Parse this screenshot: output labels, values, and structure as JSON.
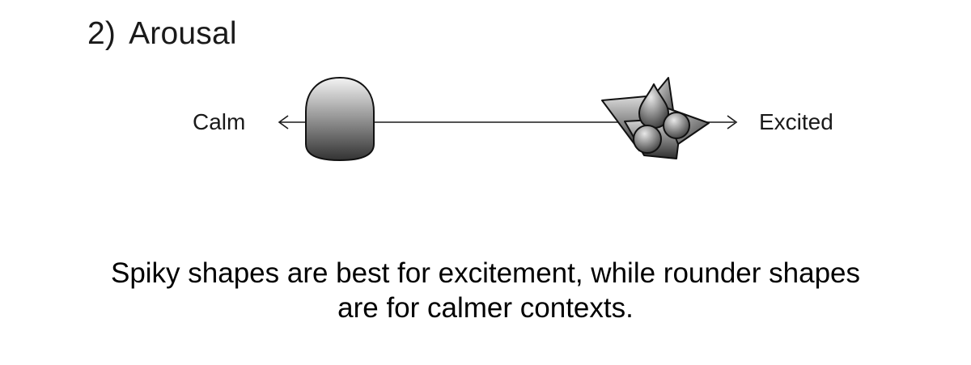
{
  "heading": {
    "number": "2)",
    "title": "Arousal"
  },
  "scale": {
    "left_label": "Calm",
    "right_label": "Excited"
  },
  "caption": {
    "line1": "Spiky shapes are best for excitement, while rounder shapes",
    "line2": "are for calmer contexts."
  },
  "colors": {
    "text": "#1a1a1a",
    "line": "#1a1a1a",
    "shape_light": "#f2f2f2",
    "shape_dark": "#3a3a3a"
  }
}
